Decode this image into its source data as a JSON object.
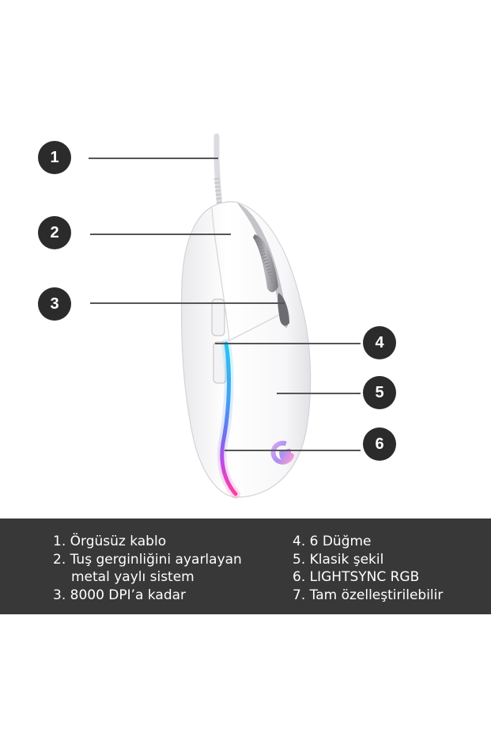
{
  "callouts": [
    "1",
    "2",
    "3",
    "4",
    "5",
    "6"
  ],
  "features": {
    "left": [
      "1. Örgüsüz kablo",
      "2. Tuş gerginliğini ayarlayan",
      "metal yaylı sistem",
      "3. 8000 DPI’a kadar"
    ],
    "right": [
      "4. 6 Düğme",
      "5. Klasik şekil",
      "6. LIGHTSYNC RGB",
      "7. Tam özelleştirilebilir"
    ]
  },
  "colors": {
    "panel": "#383838",
    "marker": "#2b2b2b",
    "rgb_strip": [
      "#26c6f4",
      "#5b7ff0",
      "#b14ae8",
      "#ff3fa4"
    ]
  },
  "icons": [
    "logitech-g-logo"
  ]
}
